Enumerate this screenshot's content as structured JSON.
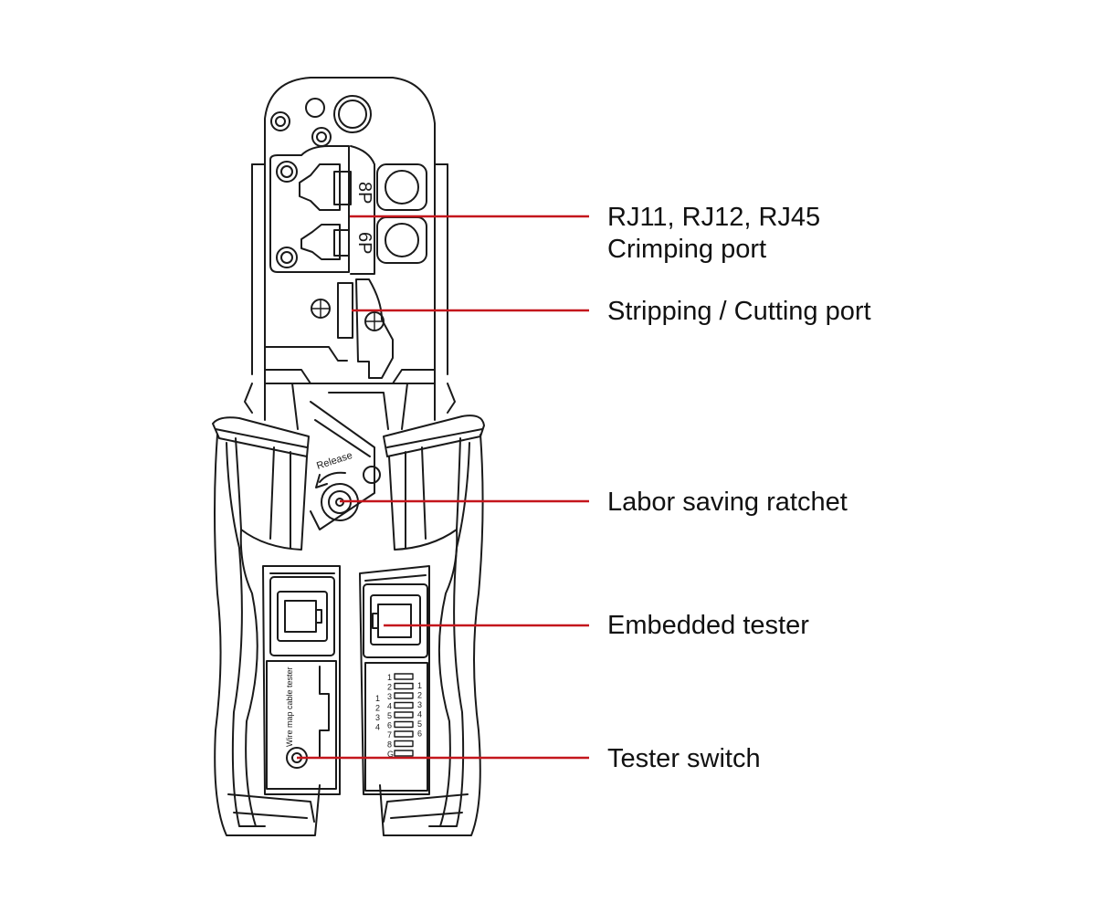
{
  "tool": {
    "port_8p": "8P",
    "port_6p": "6P",
    "release_text": "Release",
    "tester_text": "Wire map cable tester",
    "left_pins": [
      "1",
      "2",
      "3",
      "4"
    ],
    "right_pins": [
      "1",
      "2",
      "3",
      "4",
      "5",
      "6",
      "7",
      "8",
      "G"
    ],
    "right_pins_b": [
      "1",
      "2",
      "3",
      "4",
      "5",
      "6"
    ]
  },
  "callouts": [
    {
      "id": "crimping-port",
      "lines": [
        "RJ11, RJ12, RJ45",
        "Crimping port"
      ]
    },
    {
      "id": "stripping-port",
      "lines": [
        "Stripping / Cutting port"
      ]
    },
    {
      "id": "ratchet",
      "lines": [
        "Labor saving ratchet"
      ]
    },
    {
      "id": "embedded-tester",
      "lines": [
        "Embedded tester"
      ]
    },
    {
      "id": "tester-switch",
      "lines": [
        "Tester switch"
      ]
    }
  ],
  "colors": {
    "leader": "#c4161c",
    "outline": "#1a1a1a",
    "background": "#ffffff"
  }
}
